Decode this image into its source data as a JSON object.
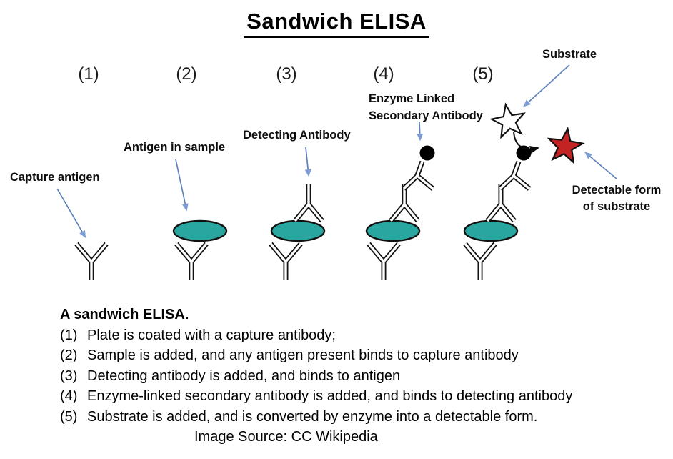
{
  "title": "Sandwich ELISA",
  "step_numbers": [
    "(1)",
    "(2)",
    "(3)",
    "(4)",
    "(5)"
  ],
  "diagram_labels": {
    "capture_antigen": "Capture antigen",
    "antigen_in_sample": "Antigen in sample",
    "detecting_antibody": "Detecting Antibody",
    "enzyme_linked_line1": "Enzyme Linked",
    "enzyme_linked_line2": "Secondary Antibody",
    "substrate": "Substrate",
    "detectable_line1": "Detectable form",
    "detectable_line2": "of substrate"
  },
  "caption": {
    "heading": "A sandwich ELISA.",
    "items": [
      {
        "num": "(1)",
        "text": "Plate is coated with a capture antibody;"
      },
      {
        "num": "(2)",
        "text": "Sample is added, and any antigen present binds to capture antibody"
      },
      {
        "num": "(3)",
        "text": "Detecting antibody is added, and binds to antigen"
      },
      {
        "num": "(4)",
        "text": "Enzyme-linked secondary antibody is added, and binds to detecting antibody"
      },
      {
        "num": "(5)",
        "text": "Substrate is added, and is converted by enzyme into a detectable form."
      }
    ],
    "source": "Image Source: CC Wikipedia"
  },
  "colors": {
    "antigen_fill": "#2aa6a0",
    "detectable_star_fill": "#c42323",
    "enzyme_fill": "#000000",
    "arrow_line": "#5f82ba",
    "arrow_head": "#7e9cd4",
    "ink": "#000000"
  }
}
